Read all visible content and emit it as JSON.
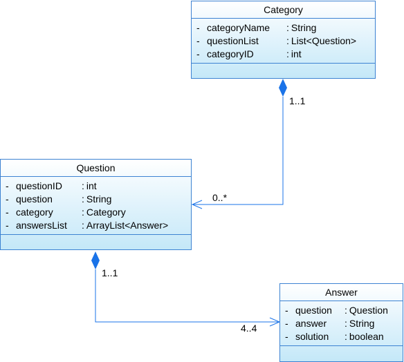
{
  "category": {
    "name": "Category",
    "attributes": [
      {
        "vis": "-",
        "name": "categoryName",
        "type": "String"
      },
      {
        "vis": "-",
        "name": "questionList",
        "type": "List<Question>"
      },
      {
        "vis": "-",
        "name": "categoryID",
        "type": "int"
      }
    ]
  },
  "question": {
    "name": "Question",
    "attributes": [
      {
        "vis": "-",
        "name": "questionID",
        "type": "int"
      },
      {
        "vis": "-",
        "name": "question",
        "type": "String"
      },
      {
        "vis": "-",
        "name": "category",
        "type": "Category"
      },
      {
        "vis": "-",
        "name": "answersList",
        "type": "ArrayList<Answer>"
      }
    ]
  },
  "answer": {
    "name": "Answer",
    "attributes": [
      {
        "vis": "-",
        "name": "question",
        "type": "Question"
      },
      {
        "vis": "-",
        "name": "answer",
        "type": "String"
      },
      {
        "vis": "-",
        "name": "solution",
        "type": "boolean"
      }
    ]
  },
  "links": {
    "category_question": {
      "source_mult": "1..1",
      "target_mult": "0..*"
    },
    "question_answer": {
      "source_mult": "1..1",
      "target_mult": "4..4"
    }
  },
  "colors": {
    "border": "#3c82d2",
    "fill_top": "#ffffff",
    "fill_bottom": "#c4e8f8"
  }
}
